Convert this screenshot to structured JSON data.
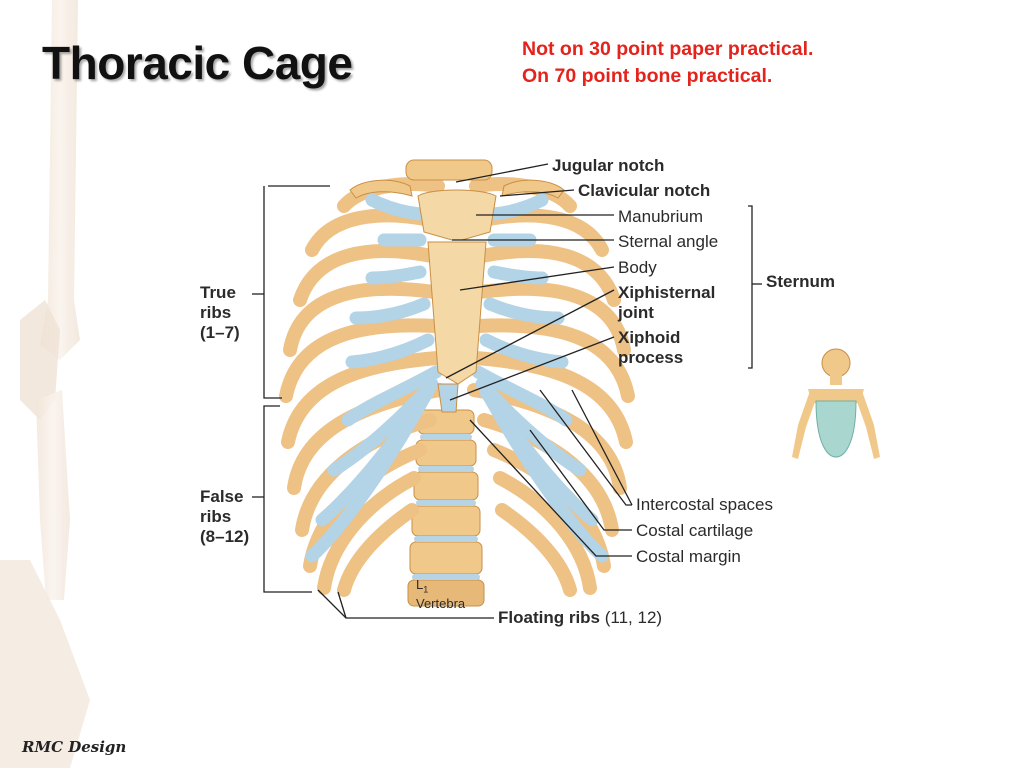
{
  "slide": {
    "title": "Thoracic Cage",
    "notes": [
      "Not on 30 point paper practical.",
      "On 70 point bone practical."
    ],
    "footer": "RMC Design"
  },
  "labels": {
    "jugular_notch": "Jugular notch",
    "clavicular_notch": "Clavicular notch",
    "manubrium": "Manubrium",
    "sternal_angle": "Sternal angle",
    "body": "Body",
    "xiphisternal_joint": [
      "Xiphisternal",
      "joint"
    ],
    "xiphoid_process": [
      "Xiphoid",
      "process"
    ],
    "sternum": "Sternum",
    "true_ribs": [
      "True",
      "ribs",
      "(1–7)"
    ],
    "false_ribs": [
      "False",
      "ribs",
      "(8–12)"
    ],
    "intercostal_spaces": "Intercostal spaces",
    "costal_cartilage": "Costal cartilage",
    "costal_margin": "Costal margin",
    "vertebra": [
      "L",
      "1",
      "Vertebra"
    ],
    "floating_ribs": "Floating ribs",
    "floating_ribs_range": "(11, 12)"
  },
  "colors": {
    "bone": "#f0c98a",
    "bone_dark": "#d9a45c",
    "cartilage": "#a9cde0",
    "note_red": "#e3231c"
  }
}
